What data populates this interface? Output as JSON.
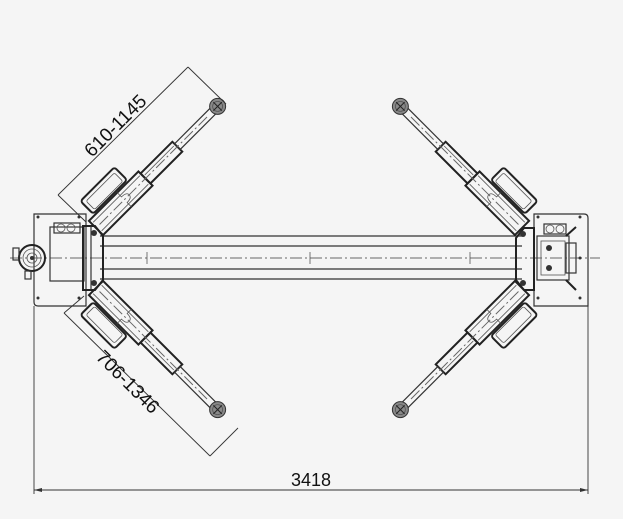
{
  "drawing": {
    "subject": "two-post lift top view",
    "background": "#f5f5f5",
    "line_color": "#333333"
  },
  "dimensions": {
    "front_arm_range": "610-1145",
    "rear_arm_range": "706-1346",
    "overall_width": "3418"
  }
}
